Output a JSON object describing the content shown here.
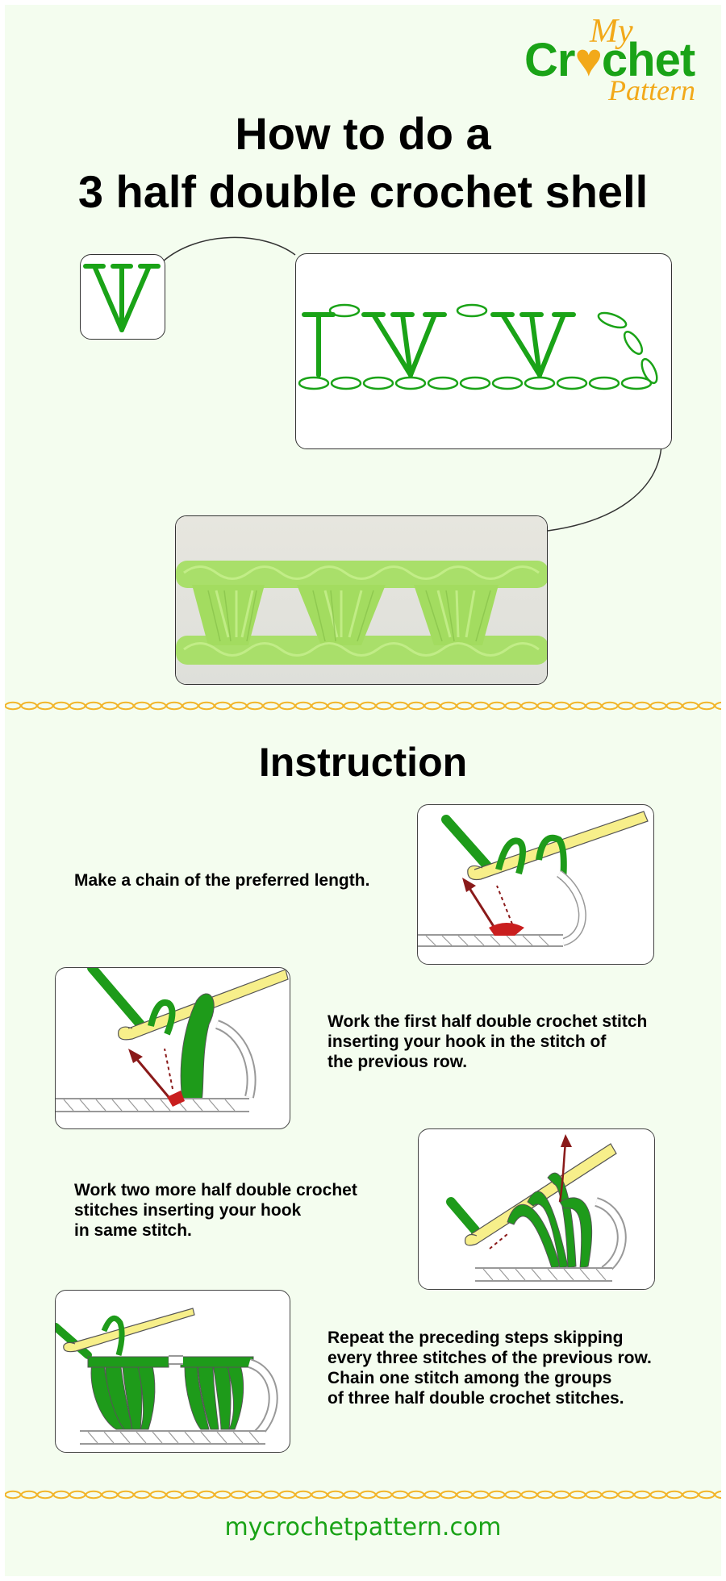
{
  "brand": {
    "logo_top": "My",
    "logo_middle": "Crochet",
    "logo_bottom": "Pattern",
    "colors": {
      "green": "#1aa317",
      "orange": "#f2a91a",
      "background": "#f4fdef",
      "hook_yellow": "#f7ef8a",
      "arrow_red": "#8a1a1a"
    }
  },
  "header": {
    "title_line1": "How to do a",
    "title_line2": "3 half double crochet shell"
  },
  "diagram": {
    "symbol_label": "3 half double crochet shell symbol",
    "chart_label": "Stitch chart: chain base with two 3-hdc shells",
    "photo_label": "Photo of finished 3 half double crochet shell row"
  },
  "instruction": {
    "heading": "Instruction",
    "steps": [
      {
        "text": "Make a chain of the preferred length.",
        "image_label": "Step 1 illustration"
      },
      {
        "text": "Work the first half double crochet stitch\ninserting your hook in the stitch of\nthe previous row.",
        "image_label": "Step 2 illustration"
      },
      {
        "text": "Work two more half double crochet\nstitches inserting your hook\nin same stitch.",
        "image_label": "Step 3 illustration"
      },
      {
        "text": "Repeat the preceding steps skipping\nevery three stitches of the previous row.\nChain one stitch among the groups\nof three half double crochet stitches.",
        "image_label": "Step 4 illustration"
      }
    ]
  },
  "footer": {
    "website": "mycrochetpattern.com"
  }
}
